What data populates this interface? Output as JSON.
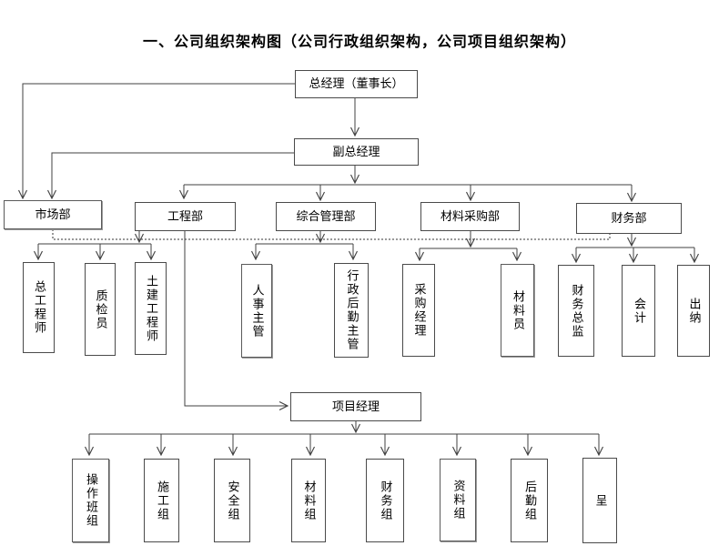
{
  "title": "一、公司组织架构图（公司行政组织架构，公司项目组织架构）",
  "nodes": {
    "general_manager": "总经理（董事长）",
    "deputy_general_manager": "副总经理",
    "marketing_dept": "市场部",
    "engineering_dept": "工程部",
    "admin_dept": "综合管理部",
    "procurement_dept": "材料采购部",
    "finance_dept": "财务部",
    "chief_engineer": "总工程师",
    "quality_inspector": "质检员",
    "civil_engineer": "土建工程师",
    "hr_supervisor": "人事主管",
    "admin_logistics_supervisor": "行政后勤主管",
    "purchasing_manager": "采购经理",
    "materials_clerk": "材料员",
    "finance_director": "财务总监",
    "accountant": "会计",
    "cashier": "出纳",
    "project_manager": "项目经理",
    "operation_team": "操作班组",
    "construction_team": "施工组",
    "safety_team": "安全组",
    "materials_team": "材料组",
    "finance_team": "财务组",
    "documents_team": "资料组",
    "logistics_team": "后勤组",
    "last_team": "呈"
  },
  "colors": {
    "line": "#404040",
    "dotted_line": "#333333",
    "box_border": "#4a4a4a",
    "background": "#ffffff",
    "text": "#000000"
  }
}
